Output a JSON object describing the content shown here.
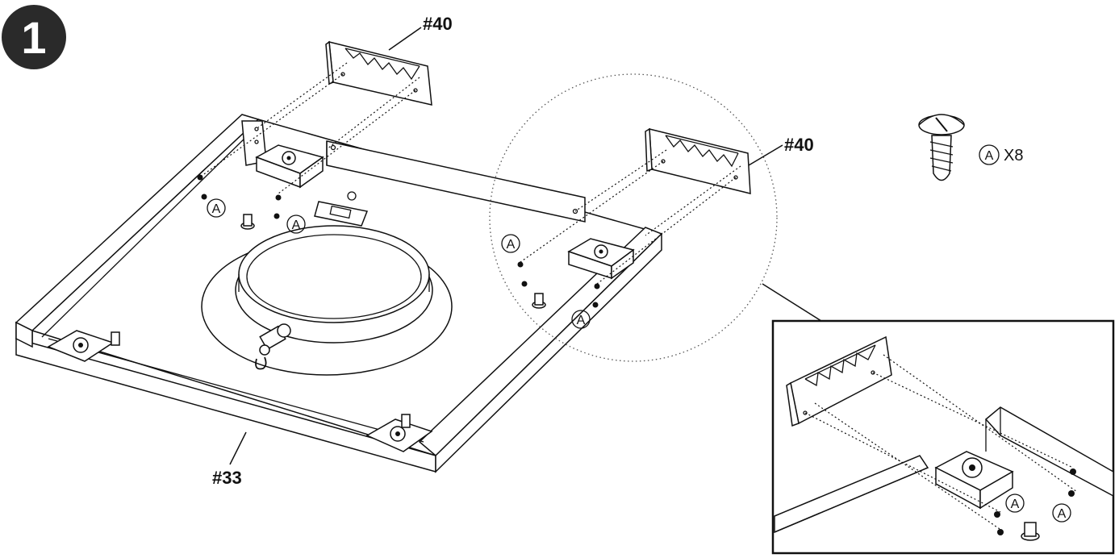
{
  "step": {
    "number": "1"
  },
  "parts": {
    "bracket_top": "#40",
    "bracket_right": "#40",
    "base": "#33"
  },
  "hardware": {
    "letter": "A",
    "quantity": "X8",
    "icon": "screw-icon"
  },
  "callouts": {
    "letter": "A"
  },
  "colors": {
    "ink": "#111111",
    "background": "#ffffff"
  }
}
